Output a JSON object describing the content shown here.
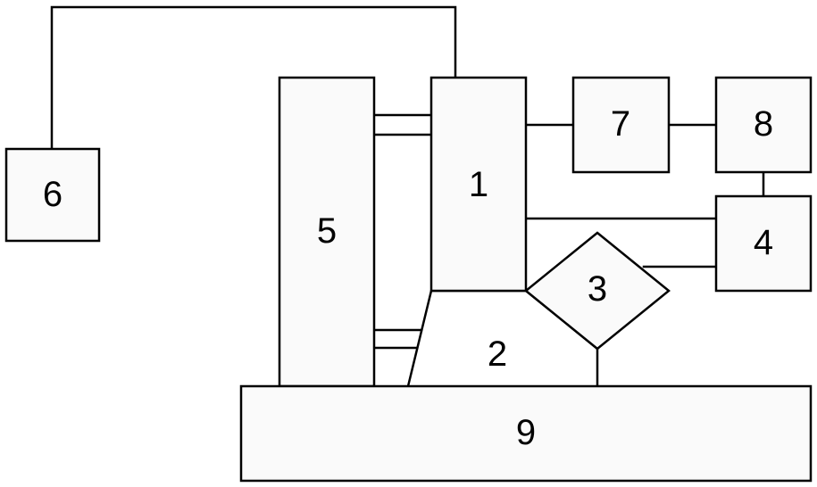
{
  "diagram": {
    "colors": {
      "stroke": "#000000",
      "fill": "#fafafa",
      "text": "#000000"
    },
    "labels": {
      "b1": "1",
      "b2": "2",
      "b3": "3",
      "b4": "4",
      "b5": "5",
      "b6": "6",
      "b7": "7",
      "b8": "8",
      "b9": "9"
    }
  }
}
